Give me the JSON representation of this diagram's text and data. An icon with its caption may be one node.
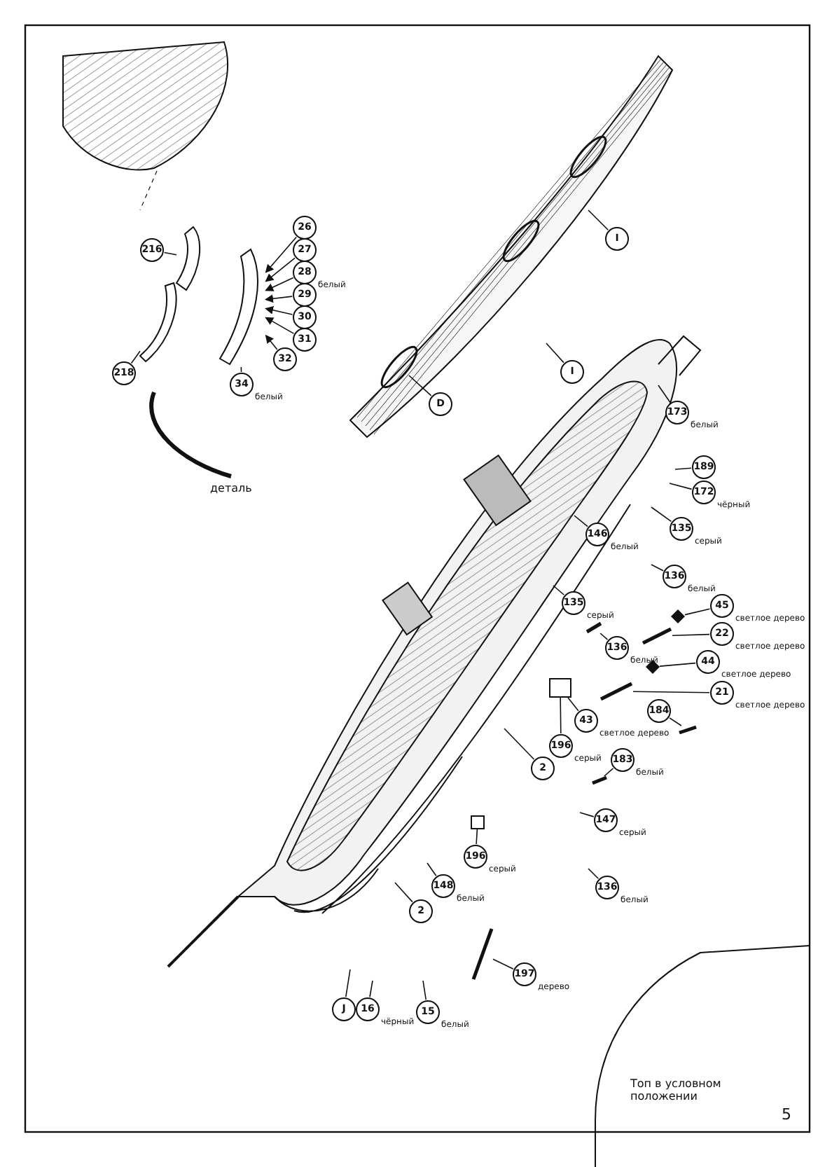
{
  "diagram": {
    "nodes": [
      {
        "text": [
          "216"
        ]
      },
      {
        "text": [
          "218"
        ]
      },
      {
        "text": [
          "26"
        ]
      },
      {
        "text": [
          "27"
        ]
      },
      {
        "text": [
          "28"
        ],
        "beside": [
          "белый"
        ]
      },
      {
        "text": [
          "29"
        ]
      },
      {
        "text": [
          "30"
        ]
      },
      {
        "text": [
          "31"
        ]
      },
      {
        "text": [
          "32"
        ]
      },
      {
        "text": [
          "34"
        ],
        "beside": [
          "белый"
        ]
      },
      {
        "text": [
          "I"
        ]
      },
      {
        "text": [
          "I"
        ]
      },
      {
        "text": [
          "D"
        ]
      },
      {
        "text": [
          "173"
        ],
        "beside": [
          "белый"
        ]
      },
      {
        "text": [
          "189"
        ]
      },
      {
        "text": [
          "172"
        ],
        "beside": [
          "чёрный"
        ]
      },
      {
        "text": [
          "135"
        ],
        "beside": [
          "серый"
        ]
      },
      {
        "text": [
          "146"
        ],
        "beside": [
          "белый"
        ]
      },
      {
        "text": [
          "135"
        ],
        "beside": [
          "серый"
        ]
      },
      {
        "text": [
          "136"
        ],
        "beside": [
          "белый"
        ]
      },
      {
        "text": [
          "45"
        ],
        "beside": [
          "светлое дерево"
        ]
      },
      {
        "text": [
          "22"
        ],
        "beside": [
          "светлое дерево"
        ]
      },
      {
        "text": [
          "44"
        ],
        "beside": [
          "светлое дерево"
        ]
      },
      {
        "text": [
          "21"
        ],
        "beside": [
          "светлое дерево"
        ]
      },
      {
        "text": [
          "136"
        ],
        "beside": [
          "белый"
        ]
      },
      {
        "text": [
          "184"
        ]
      },
      {
        "text": [
          "183"
        ],
        "beside": [
          "белый"
        ]
      },
      {
        "text": [
          "43"
        ],
        "beside": [
          "светлое дерево"
        ]
      },
      {
        "text": [
          "196"
        ],
        "beside": [
          "серый"
        ]
      },
      {
        "text": [
          "2"
        ]
      },
      {
        "text": [
          "147"
        ],
        "beside": [
          "серый"
        ]
      },
      {
        "text": [
          "136"
        ],
        "beside": [
          "белый"
        ]
      },
      {
        "text": [
          "196"
        ],
        "beside": [
          "серый"
        ]
      },
      {
        "text": [
          "148"
        ],
        "beside": [
          "белый"
        ]
      },
      {
        "text": [
          "2"
        ]
      },
      {
        "text": [
          "197"
        ],
        "beside": [
          "дерево"
        ]
      },
      {
        "text": [
          "J"
        ]
      },
      {
        "text": [
          "16"
        ],
        "beside": [
          "чёрный"
        ]
      },
      {
        "text": [
          "15"
        ],
        "beside": [
          "белый"
        ]
      },
      {
        "text": [],
        "shape": "picture"
      },
      {
        "text": [],
        "shape": "picture"
      },
      {
        "text": [],
        "shape": "picture"
      },
      {
        "text": [],
        "shape": "diamond"
      },
      {
        "text": [],
        "shape": "bar"
      },
      {
        "text": [],
        "shape": "diamond"
      },
      {
        "text": [],
        "shape": "bar"
      },
      {
        "text": [],
        "shape": "box"
      },
      {
        "text": [],
        "shape": "box"
      },
      {
        "text": [],
        "shape": "bar"
      },
      {
        "text": [],
        "shape": "bar"
      },
      {
        "text": [],
        "shape": "bar"
      },
      {
        "text": [],
        "shape": "bar"
      }
    ],
    "edges": [
      {
        "from": 0,
        "to": 39,
        "arrow": "none"
      },
      {
        "from": 1,
        "to": 41,
        "arrow": "none"
      },
      {
        "from": 2,
        "to": 40,
        "arrow": "to"
      },
      {
        "from": 3,
        "to": 40,
        "arrow": "to"
      },
      {
        "from": 4,
        "to": 40,
        "arrow": "to"
      },
      {
        "from": 5,
        "to": 40,
        "arrow": "to"
      },
      {
        "from": 6,
        "to": 40,
        "arrow": "to"
      },
      {
        "from": 7,
        "to": 40,
        "arrow": "to"
      },
      {
        "from": 8,
        "to": 40,
        "arrow": "to"
      },
      {
        "from": 9,
        "to": 40,
        "arrow": "none"
      },
      {
        "from": 10,
        "to": null,
        "arrow": "none"
      },
      {
        "from": 11,
        "to": null,
        "arrow": "none"
      },
      {
        "from": 12,
        "to": null,
        "arrow": "none"
      },
      {
        "from": 13,
        "to": null,
        "arrow": "none"
      },
      {
        "from": 14,
        "to": null,
        "arrow": "none"
      },
      {
        "from": 15,
        "to": null,
        "arrow": "none"
      },
      {
        "from": 16,
        "to": null,
        "arrow": "none"
      },
      {
        "from": 17,
        "to": null,
        "arrow": "none"
      },
      {
        "from": 18,
        "to": null,
        "arrow": "none"
      },
      {
        "from": 19,
        "to": null,
        "arrow": "none"
      },
      {
        "from": 20,
        "to": 42,
        "arrow": "none"
      },
      {
        "from": 21,
        "to": 43,
        "arrow": "none"
      },
      {
        "from": 22,
        "to": 44,
        "arrow": "none"
      },
      {
        "from": 23,
        "to": 45,
        "arrow": "none"
      },
      {
        "from": 24,
        "to": 49,
        "arrow": "none"
      },
      {
        "from": 25,
        "to": 50,
        "arrow": "none"
      },
      {
        "from": 26,
        "to": 51,
        "arrow": "none"
      },
      {
        "from": 27,
        "to": 46,
        "arrow": "none"
      },
      {
        "from": 28,
        "to": 46,
        "arrow": "none"
      },
      {
        "from": 29,
        "to": null,
        "arrow": "none"
      },
      {
        "from": 30,
        "to": null,
        "arrow": "none"
      },
      {
        "from": 31,
        "to": null,
        "arrow": "none"
      },
      {
        "from": 32,
        "to": 47,
        "arrow": "none"
      },
      {
        "from": 33,
        "to": null,
        "arrow": "none"
      },
      {
        "from": 34,
        "to": null,
        "arrow": "none"
      },
      {
        "from": 35,
        "to": 48,
        "arrow": "none"
      },
      {
        "from": 36,
        "to": null,
        "arrow": "none"
      },
      {
        "from": 37,
        "to": null,
        "arrow": "none"
      },
      {
        "from": 38,
        "to": null,
        "arrow": "none"
      }
    ],
    "labels": [
      "деталь",
      "Топ в условном положении",
      "5"
    ]
  }
}
